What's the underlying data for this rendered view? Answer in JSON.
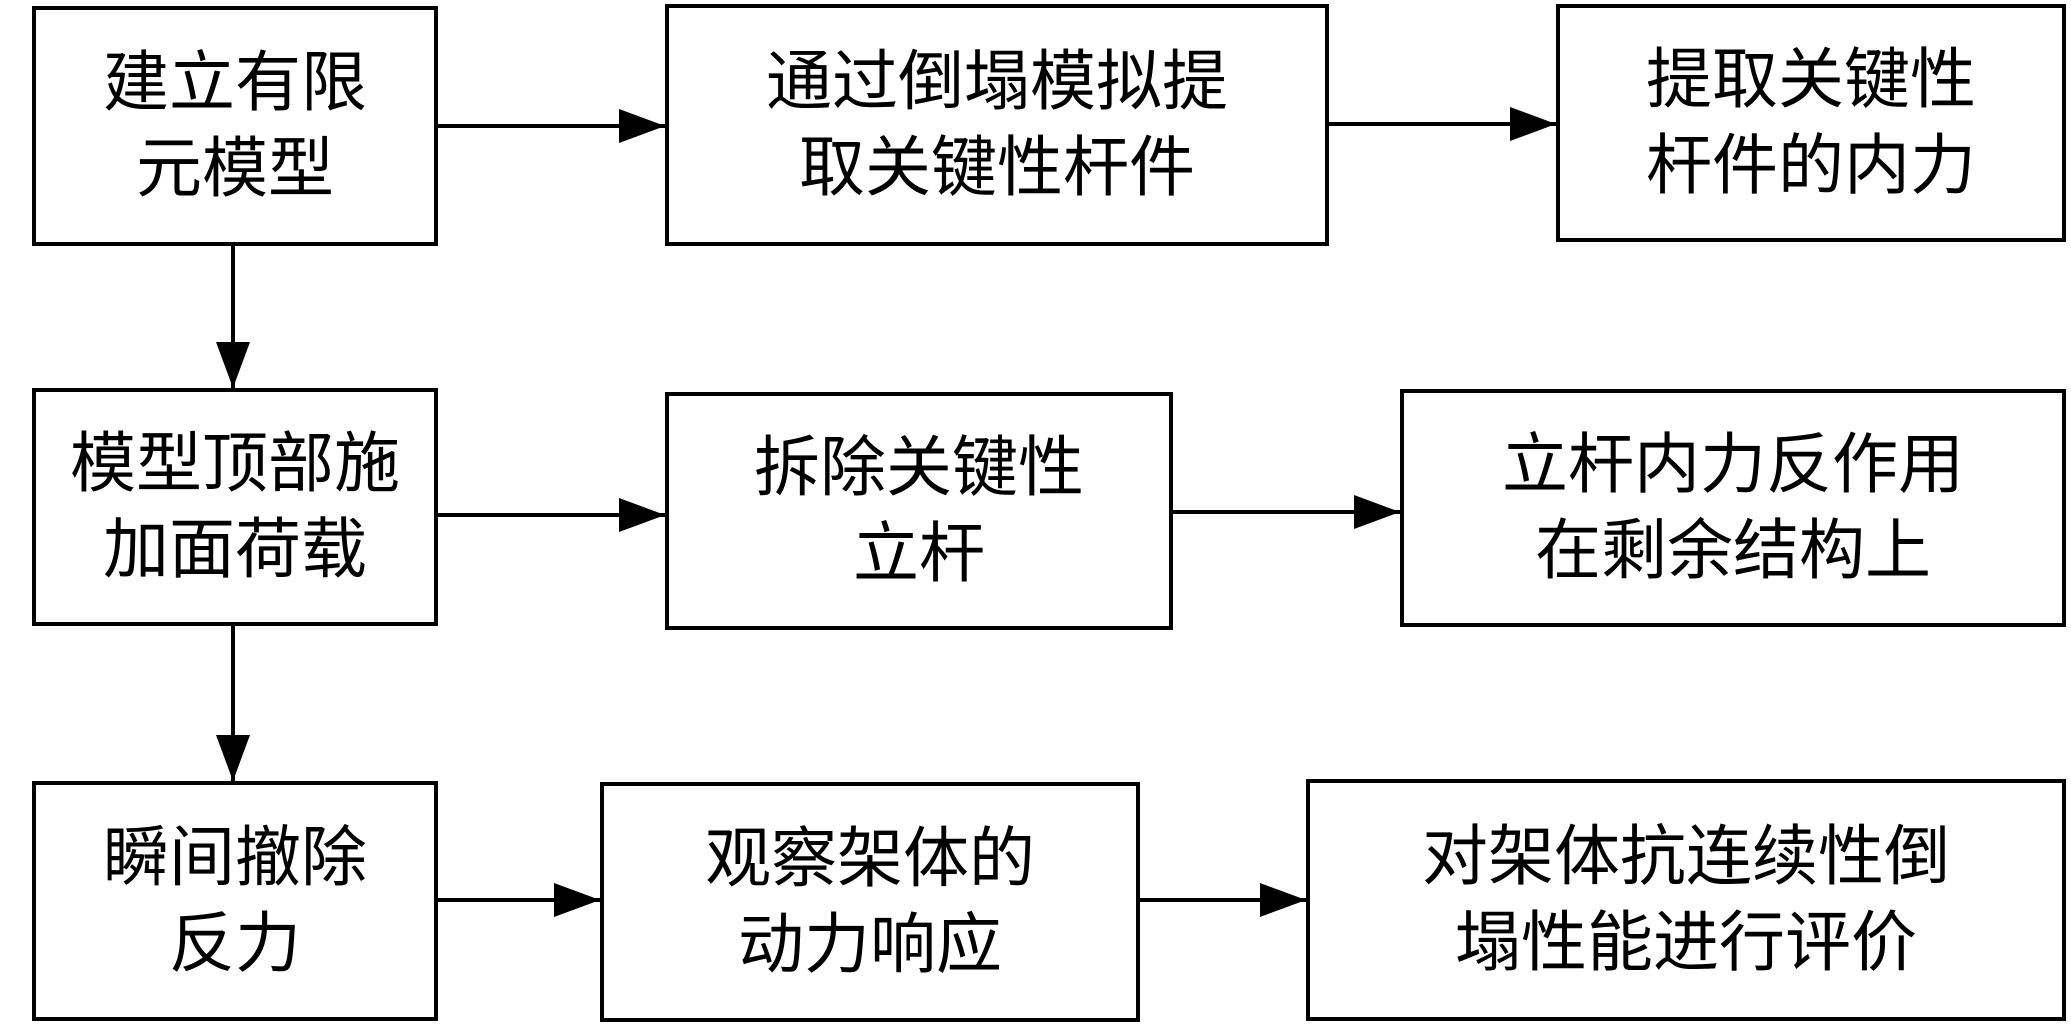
{
  "diagram": {
    "nodes": {
      "build_model": {
        "line1": "建立有限",
        "line2": "元模型"
      },
      "extract_members": {
        "line1": "通过倒塌模拟提",
        "line2": "取关键性杆件"
      },
      "extract_forces": {
        "line1": "提取关键性",
        "line2": "杆件的内力"
      },
      "apply_load": {
        "line1": "模型顶部施",
        "line2": "加面荷载"
      },
      "remove_column": {
        "line1": "拆除关键性",
        "line2": "立杆"
      },
      "apply_reaction": {
        "line1": "立杆内力反作用",
        "line2": "在剩余结构上"
      },
      "remove_reaction": {
        "line1": "瞬间撤除",
        "line2": "反力"
      },
      "observe_response": {
        "line1": "观察架体的",
        "line2": "动力响应"
      },
      "evaluate": {
        "line1": "对架体抗连续性倒",
        "line2": "塌性能进行评价"
      }
    },
    "colors": {
      "stroke": "#000000",
      "fill": "#ffffff",
      "text": "#000000"
    }
  }
}
